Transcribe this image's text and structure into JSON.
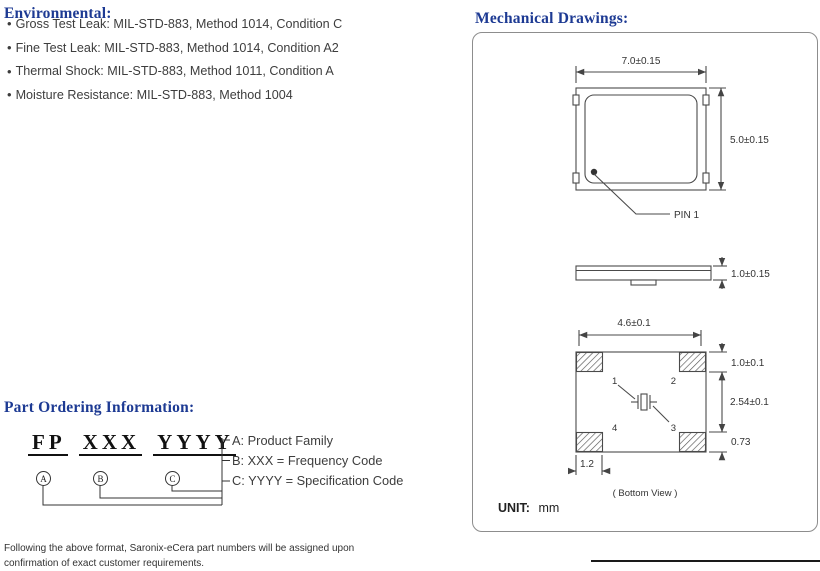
{
  "environmental": {
    "heading": "Environmental:",
    "bullet": "•",
    "items": [
      "Gross Test Leak: MIL-STD-883, Method 1014, Condition C",
      "Fine Test Leak: MIL-STD-883, Method 1014, Condition A2",
      "Thermal Shock: MIL-STD-883, Method 1011, Condition A",
      "Moisture Resistance: MIL-STD-883, Method 1004"
    ]
  },
  "part_ordering": {
    "heading": "Part Ordering Information:",
    "code": {
      "family": "FP",
      "frequency": "XXX",
      "spec": "YYYY"
    },
    "markers": {
      "a": "A",
      "b": "B",
      "c": "C"
    },
    "legend": [
      "A: Product Family",
      "B: XXX = Frequency Code",
      "C: YYYY = Specification Code"
    ],
    "footnote": [
      "Following the above format, Saronix-eCera part numbers will be assigned upon",
      "confirmation of exact customer requirements."
    ]
  },
  "mechanical": {
    "heading": "Mechanical Drawings:",
    "top_view": {
      "width_dim": "7.0±0.15",
      "height_dim": "5.0±0.15",
      "pin1_label": "PIN 1"
    },
    "side_view": {
      "thickness_dim": "1.0±0.15"
    },
    "bottom_view": {
      "width_dim": "4.6±0.1",
      "pad_height_dim": "1.0±0.1",
      "pad_pitch_dim": "2.54±0.1",
      "pad_offset_dim": "0.73",
      "pad_width_dim": "1.2",
      "pins": [
        "1",
        "2",
        "3",
        "4"
      ],
      "caption": "( Bottom View )"
    },
    "unit_label": "UNIT:",
    "unit_value": "mm"
  },
  "colors": {
    "heading_blue": "#1d3a93",
    "body_text": "#3d3d3d",
    "line": "#4a4a4a"
  }
}
